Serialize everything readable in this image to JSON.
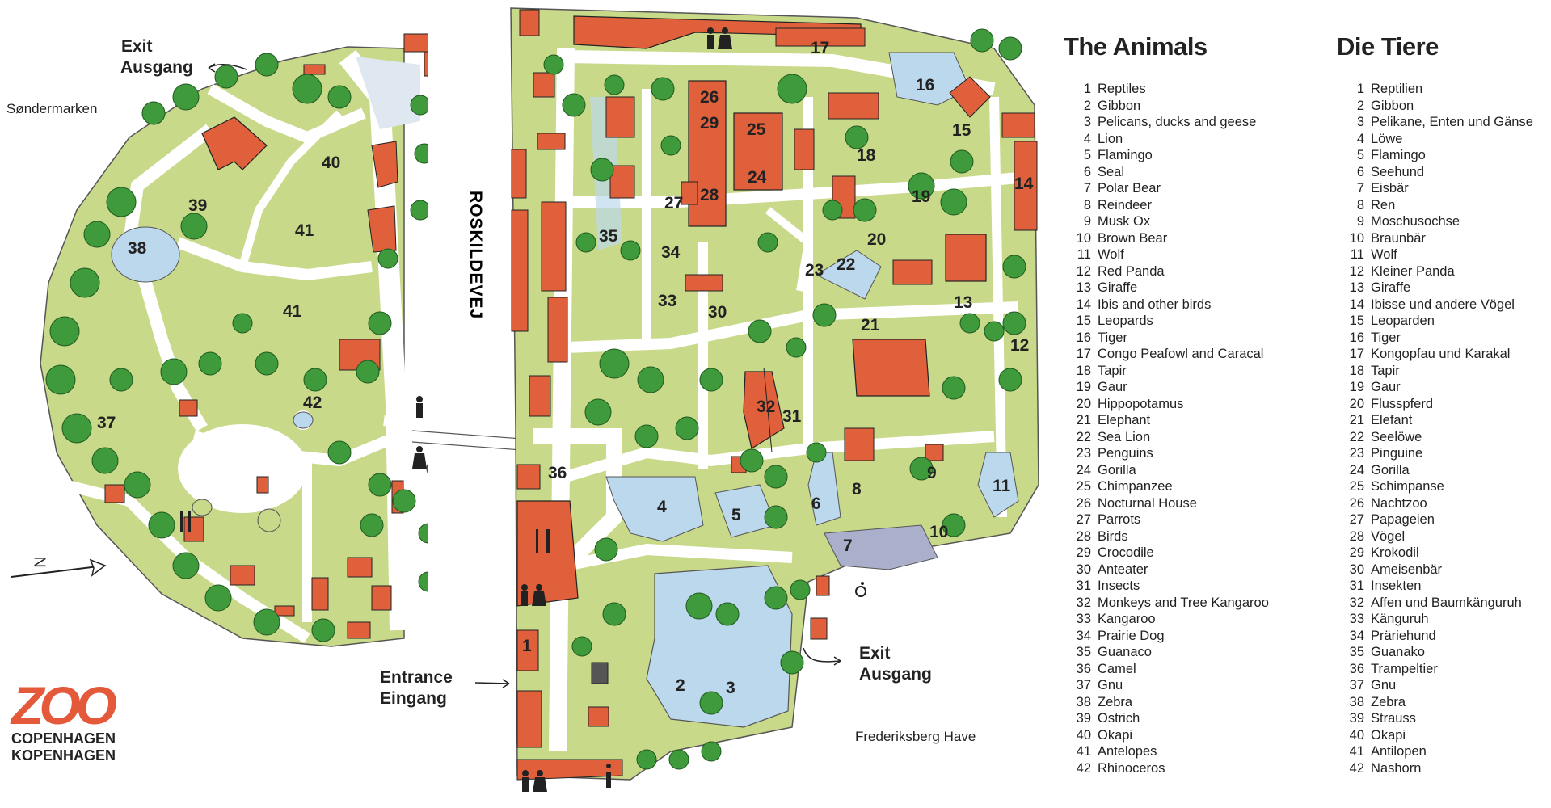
{
  "labels": {
    "exit_top_en": "Exit",
    "exit_top_de": "Ausgang",
    "sondermarken": "Søndermarken",
    "road": "ROSKILDEVEJ",
    "entrance_en": "Entrance",
    "entrance_de": "Eingang",
    "exit_bottom_en": "Exit",
    "exit_bottom_de": "Ausgang",
    "frederiksberg": "Frederiksberg Have",
    "north": "N"
  },
  "logo": {
    "word": "ZOO",
    "line1": "COPENHAGEN",
    "line2": "KOPENHAGEN"
  },
  "colors": {
    "grass": "#c8d98a",
    "building": "#e0603c",
    "water": "#bcd8ec",
    "tree": "#3f9a3c",
    "path": "#ffffff",
    "road": "#dfe8f0"
  },
  "legend_en": {
    "title": "The Animals",
    "items": [
      {
        "n": "1",
        "name": "Reptiles"
      },
      {
        "n": "2",
        "name": "Gibbon"
      },
      {
        "n": "3",
        "name": "Pelicans, ducks and geese"
      },
      {
        "n": "4",
        "name": "Lion"
      },
      {
        "n": "5",
        "name": "Flamingo"
      },
      {
        "n": "6",
        "name": "Seal"
      },
      {
        "n": "7",
        "name": "Polar Bear"
      },
      {
        "n": "8",
        "name": "Reindeer"
      },
      {
        "n": "9",
        "name": "Musk Ox"
      },
      {
        "n": "10",
        "name": "Brown Bear"
      },
      {
        "n": "11",
        "name": "Wolf"
      },
      {
        "n": "12",
        "name": "Red Panda"
      },
      {
        "n": "13",
        "name": "Giraffe"
      },
      {
        "n": "14",
        "name": "Ibis and other birds"
      },
      {
        "n": "15",
        "name": "Leopards"
      },
      {
        "n": "16",
        "name": "Tiger"
      },
      {
        "n": "17",
        "name": "Congo Peafowl and Caracal"
      },
      {
        "n": "18",
        "name": "Tapir"
      },
      {
        "n": "19",
        "name": "Gaur"
      },
      {
        "n": "20",
        "name": "Hippopotamus"
      },
      {
        "n": "21",
        "name": "Elephant"
      },
      {
        "n": "22",
        "name": "Sea Lion"
      },
      {
        "n": "23",
        "name": "Penguins"
      },
      {
        "n": "24",
        "name": "Gorilla"
      },
      {
        "n": "25",
        "name": "Chimpanzee"
      },
      {
        "n": "26",
        "name": "Nocturnal House"
      },
      {
        "n": "27",
        "name": "Parrots"
      },
      {
        "n": "28",
        "name": "Birds"
      },
      {
        "n": "29",
        "name": "Crocodile"
      },
      {
        "n": "30",
        "name": "Anteater"
      },
      {
        "n": "31",
        "name": "Insects"
      },
      {
        "n": "32",
        "name": "Monkeys and Tree Kangaroo"
      },
      {
        "n": "33",
        "name": "Kangaroo"
      },
      {
        "n": "34",
        "name": "Prairie Dog"
      },
      {
        "n": "35",
        "name": "Guanaco"
      },
      {
        "n": "36",
        "name": "Camel"
      },
      {
        "n": "37",
        "name": "Gnu"
      },
      {
        "n": "38",
        "name": "Zebra"
      },
      {
        "n": "39",
        "name": "Ostrich"
      },
      {
        "n": "40",
        "name": "Okapi"
      },
      {
        "n": "41",
        "name": "Antelopes"
      },
      {
        "n": "42",
        "name": "Rhinoceros"
      }
    ]
  },
  "legend_de": {
    "title": "Die Tiere",
    "items": [
      {
        "n": "1",
        "name": "Reptilien"
      },
      {
        "n": "2",
        "name": "Gibbon"
      },
      {
        "n": "3",
        "name": "Pelikane, Enten und Gänse"
      },
      {
        "n": "4",
        "name": "Löwe"
      },
      {
        "n": "5",
        "name": "Flamingo"
      },
      {
        "n": "6",
        "name": "Seehund"
      },
      {
        "n": "7",
        "name": "Eisbär"
      },
      {
        "n": "8",
        "name": "Ren"
      },
      {
        "n": "9",
        "name": "Moschusochse"
      },
      {
        "n": "10",
        "name": "Braunbär"
      },
      {
        "n": "11",
        "name": "Wolf"
      },
      {
        "n": "12",
        "name": "Kleiner Panda"
      },
      {
        "n": "13",
        "name": "Giraffe"
      },
      {
        "n": "14",
        "name": "Ibisse und andere Vögel"
      },
      {
        "n": "15",
        "name": "Leoparden"
      },
      {
        "n": "16",
        "name": "Tiger"
      },
      {
        "n": "17",
        "name": "Kongopfau und Karakal"
      },
      {
        "n": "18",
        "name": "Tapir"
      },
      {
        "n": "19",
        "name": "Gaur"
      },
      {
        "n": "20",
        "name": "Flusspferd"
      },
      {
        "n": "21",
        "name": "Elefant"
      },
      {
        "n": "22",
        "name": "Seelöwe"
      },
      {
        "n": "23",
        "name": "Pinguine"
      },
      {
        "n": "24",
        "name": "Gorilla"
      },
      {
        "n": "25",
        "name": "Schimpanse"
      },
      {
        "n": "26",
        "name": "Nachtzoo"
      },
      {
        "n": "27",
        "name": "Papageien"
      },
      {
        "n": "28",
        "name": "Vögel"
      },
      {
        "n": "29",
        "name": "Krokodil"
      },
      {
        "n": "30",
        "name": "Ameisenbär"
      },
      {
        "n": "31",
        "name": "Insekten"
      },
      {
        "n": "32",
        "name": "Affen und Baumkänguruh"
      },
      {
        "n": "33",
        "name": "Känguruh"
      },
      {
        "n": "34",
        "name": "Präriehund"
      },
      {
        "n": "35",
        "name": "Guanako"
      },
      {
        "n": "36",
        "name": "Trampeltier"
      },
      {
        "n": "37",
        "name": "Gnu"
      },
      {
        "n": "38",
        "name": "Zebra"
      },
      {
        "n": "39",
        "name": "Strauss"
      },
      {
        "n": "40",
        "name": "Okapi"
      },
      {
        "n": "41",
        "name": "Antilopen"
      },
      {
        "n": "42",
        "name": "Nashorn"
      }
    ]
  },
  "enclosure_numbers": {
    "n1": "1",
    "n2": "2",
    "n3": "3",
    "n4": "4",
    "n5": "5",
    "n6": "6",
    "n7": "7",
    "n8": "8",
    "n9": "9",
    "n10": "10",
    "n11": "11",
    "n12": "12",
    "n13": "13",
    "n14": "14",
    "n15": "15",
    "n16": "16",
    "n17": "17",
    "n18": "18",
    "n19": "19",
    "n20": "20",
    "n21": "21",
    "n22": "22",
    "n23": "23",
    "n24": "24",
    "n25": "25",
    "n26": "26",
    "n27": "27",
    "n28": "28",
    "n29": "29",
    "n30": "30",
    "n31": "31",
    "n32": "32",
    "n33": "33",
    "n34": "34",
    "n35": "35",
    "n36": "36",
    "n37": "37",
    "n38": "38",
    "n39": "39",
    "n40": "40",
    "n41a": "41",
    "n41b": "41",
    "n42": "42"
  }
}
